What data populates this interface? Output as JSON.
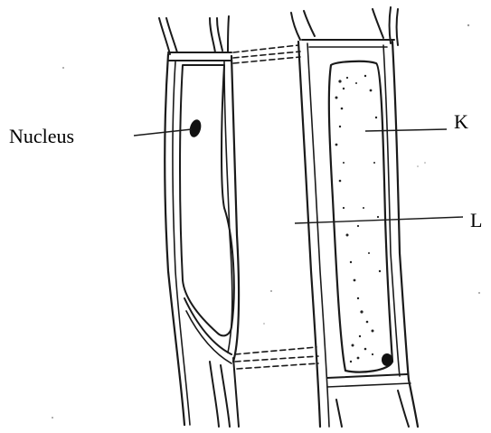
{
  "labels": {
    "nucleus": "Nucleus",
    "k": "K",
    "l": "L"
  },
  "colors": {
    "ink": "#1a1a1a",
    "background": "#ffffff"
  }
}
